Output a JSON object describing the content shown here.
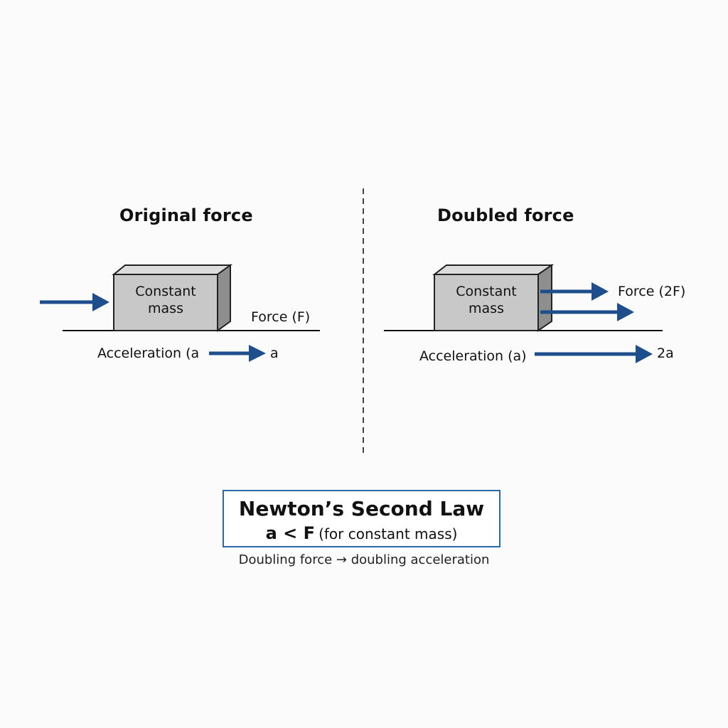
{
  "left_panel": {
    "title": "Original force",
    "box_label_line1": "Constant",
    "box_label_line2": "mass",
    "force_label": "Force (F)",
    "acceleration_label": "Acceleration (a",
    "acceleration_value": "a"
  },
  "right_panel": {
    "title": "Doubled force",
    "box_label_line1": "Constant",
    "box_label_line2": "mass",
    "force_label": "Force (2F)",
    "acceleration_label": "Acceleration (a)",
    "acceleration_value": "2a"
  },
  "summary": {
    "title": "Newton’s Second Law",
    "formula": "a < F",
    "formula_note": "(for constant mass)",
    "caption": "Doubling force → doubling acceleration"
  },
  "colors": {
    "arrow": "#1f4e8c",
    "box_front": "#c8c8c8",
    "box_top": "#dcdcdc",
    "box_side": "#8e8e8e",
    "frame_border": "#2a6aa6",
    "ground": "#111111",
    "divider": "#444444"
  }
}
